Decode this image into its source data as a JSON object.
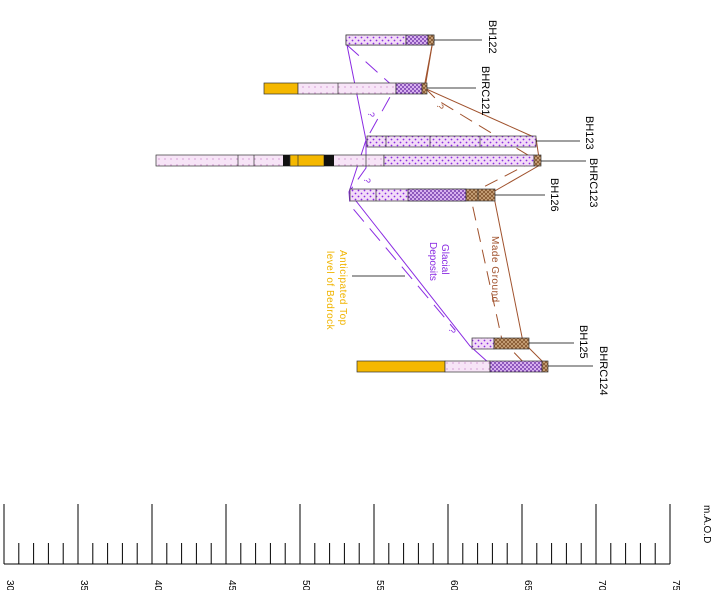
{
  "boreholes": [
    {
      "id": "BH122",
      "label": "BH122"
    },
    {
      "id": "BHRC121",
      "label": "BHRC121"
    },
    {
      "id": "BH123",
      "label": "BH123"
    },
    {
      "id": "BHRC123",
      "label": "BHRC123"
    },
    {
      "id": "BH126",
      "label": "BH126"
    },
    {
      "id": "BH125",
      "label": "BH125"
    },
    {
      "id": "BHRC124",
      "label": "BHRC124"
    }
  ],
  "units": [
    {
      "key": "made_ground",
      "label_lines": [
        "Made Ground"
      ],
      "color": "#a0522d",
      "fill": "#c9a27a"
    },
    {
      "key": "glacial",
      "label_lines": [
        "Glacial",
        "Deposits"
      ],
      "color": "#8a2be2",
      "fill": "#e8c8f0"
    },
    {
      "key": "bedrock",
      "label_lines": [
        "Anticipated Top",
        "level of Bedrock"
      ],
      "color": "#f0b400",
      "fill": "#f5b800"
    }
  ],
  "uncertain_marker": "?",
  "axis": {
    "unit_label": "m.A.O.D",
    "ticks": [
      "30",
      "35",
      "40",
      "45",
      "50",
      "55",
      "60",
      "65",
      "70",
      "75"
    ]
  }
}
